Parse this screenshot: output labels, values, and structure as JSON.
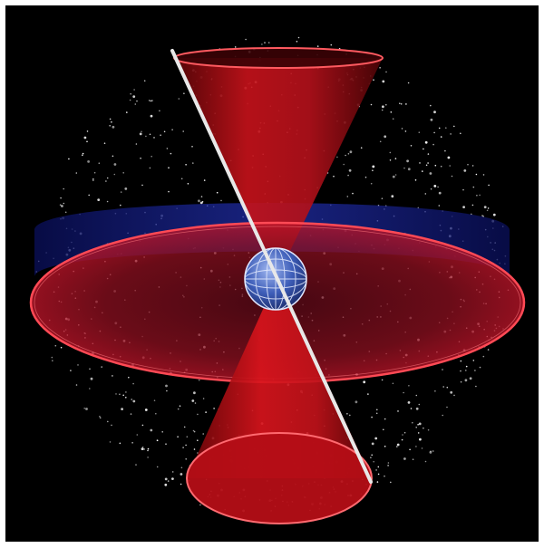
{
  "diagram": {
    "background_color": "#000000",
    "frame_color": "#ffffff",
    "cone_color": "#c4121a",
    "cone_rim_color": "#ff5a60",
    "equator_band_color": "#1d2a9c",
    "ecliptic_disk_color": "#8e1020",
    "ecliptic_rim_color": "#ff4a55",
    "axis_color": "#e8e8e8",
    "star_color": "#ffffff",
    "globe_color": "#3d5db8",
    "globe_grid_color": "#e6ecff",
    "elements": [
      "star-field",
      "upper-cone",
      "lower-cone",
      "equator-band",
      "ecliptic-disk",
      "earth-globe",
      "rotation-axis"
    ]
  }
}
